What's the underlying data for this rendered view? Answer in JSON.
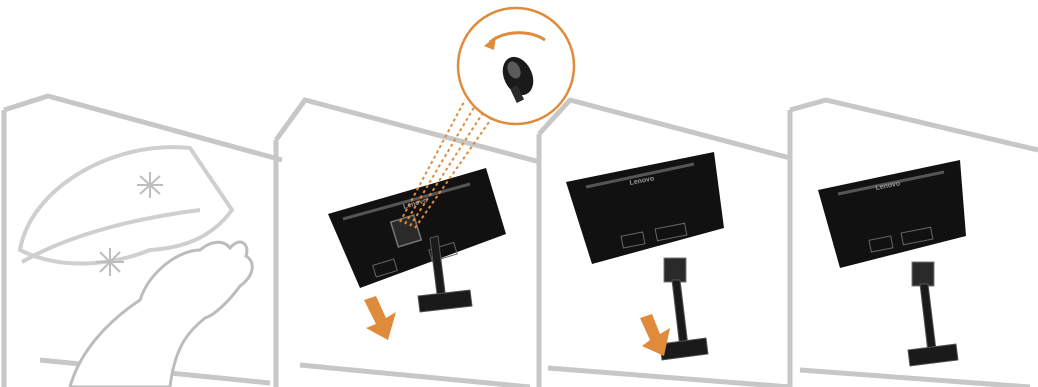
{
  "figure": {
    "panels": [
      {
        "id": "clean-panel",
        "logo": ""
      },
      {
        "id": "detach-screw-panel",
        "logo": "Lenovo"
      },
      {
        "id": "slide-stand-panel",
        "logo": "Lenovo"
      },
      {
        "id": "removed-panel",
        "logo": "Lenovo"
      }
    ],
    "icons": {
      "rotate_direction": "counter-clockwise-arrow-icon",
      "push_down": "down-arrow-icon",
      "screw": "thumbscrew-icon",
      "hand": "hand-with-cloth-icon"
    },
    "colors": {
      "line": "#c7c7c7",
      "accent": "#e08a3c",
      "monitor": "#111111",
      "stand": "#1a1a1a"
    }
  }
}
